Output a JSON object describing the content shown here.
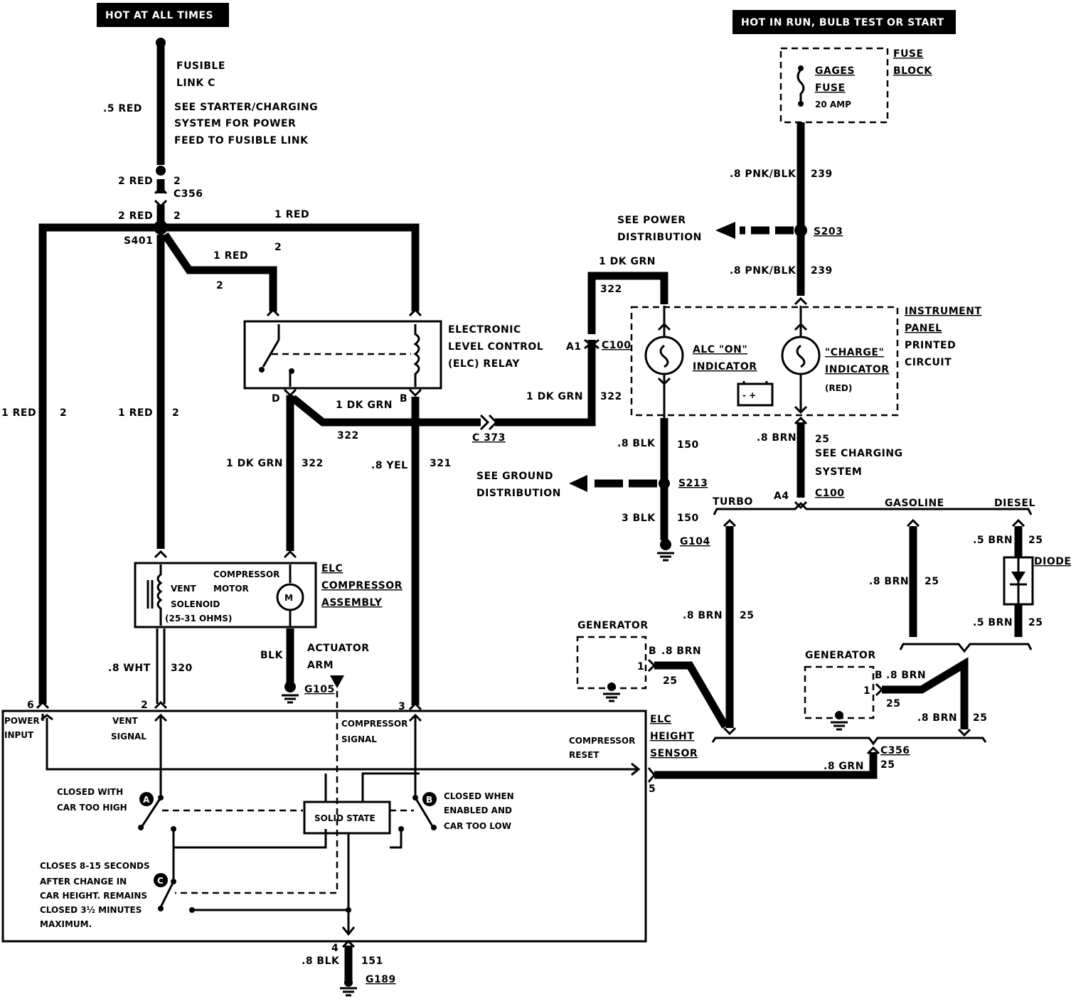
{
  "headers": {
    "hot_all": "HOT AT ALL TIMES",
    "hot_run": "HOT IN RUN, BULB TEST OR START"
  },
  "left_feed": {
    "fusible_1": "FUSIBLE",
    "fusible_2": "LINK C",
    "see_1": "SEE STARTER/CHARGING",
    "see_2": "SYSTEM FOR POWER",
    "see_3": "FEED TO FUSIBLE LINK",
    "w_5red": ".5 RED",
    "w_2red_a": "2 RED",
    "n_2_a": "2",
    "c356": "C356",
    "w_2red_b": "2 RED",
    "n_2_b": "2",
    "s401": "S401",
    "w_1red_top": "1 RED",
    "w_1red_mid": "1 RED",
    "n_2_mid": "2",
    "n_2_mid2": "2",
    "w_1red_left": "1 RED",
    "n_2_left": "2",
    "w_1red_in": "1 RED",
    "n_2_in": "2"
  },
  "relay": {
    "label_1": "ELECTRONIC",
    "label_2": "LEVEL CONTROL",
    "label_3": "(ELC) RELAY",
    "pin_d": "D",
    "pin_b": "B",
    "w_dkgrn": "1 DK GRN",
    "n_322": "322",
    "w_dkgrn_d": "1 DK GRN",
    "n_322_d": "322",
    "w_yel": ".8 YEL",
    "n_321": "321",
    "c373": "C 373"
  },
  "compressor": {
    "label_1": "ELC",
    "label_2": "COMPRESSOR",
    "label_3": "ASSEMBLY",
    "vent": "VENT",
    "solenoid": "SOLENOID",
    "ohms": "(25-31 OHMS)",
    "comp": "COMPRESSOR",
    "motor": "MOTOR",
    "m": "M",
    "w_wht": ".8 WHT",
    "n_320": "320",
    "blk": "BLK",
    "g105": "G105",
    "actuator_1": "ACTUATOR",
    "actuator_2": "ARM"
  },
  "sensor": {
    "label_1": "ELC",
    "label_2": "HEIGHT",
    "label_3": "SENSOR",
    "pin6": "6",
    "pin2": "2",
    "pin3": "3",
    "pin5": "5",
    "pin4": "4",
    "power_1": "POWER",
    "power_2": "INPUT",
    "vent_1": "VENT",
    "vent_2": "SIGNAL",
    "comp_1": "COMPRESSOR",
    "comp_2": "SIGNAL",
    "reset_1": "COMPRESSOR",
    "reset_2": "RESET",
    "a": "A",
    "b": "B",
    "c": "C",
    "closed_high_1": "CLOSED WITH",
    "closed_high_2": "CAR TOO HIGH",
    "closed_low_1": "CLOSED WHEN",
    "closed_low_2": "ENABLED AND",
    "closed_low_3": "CAR TOO LOW",
    "closes_1": "CLOSES 8-15 SECONDS",
    "closes_2": "AFTER CHANGE IN",
    "closes_3": "CAR HEIGHT.  REMAINS",
    "closes_4": "CLOSED 3½ MINUTES",
    "closes_5": "MAXIMUM.",
    "solid_state": "SOLID STATE",
    "w_blk": ".8 BLK",
    "n_151": "151",
    "g189": "G189"
  },
  "right_feed": {
    "fuse_1": "FUSE",
    "fuse_2": "BLOCK",
    "gages_1": "GAGES",
    "gages_2": "FUSE",
    "amp": "20 AMP",
    "w_pnk_a": ".8 PNK/BLK",
    "n_239_a": "239",
    "s203": "S203",
    "w_pnk_b": ".8 PNK/BLK",
    "n_239_b": "239",
    "see_power_1": "SEE POWER",
    "see_power_2": "DISTRIBUTION",
    "w_dkgrn_top": "1 DK GRN",
    "n_322_top": "322",
    "a1": "A1",
    "c100": "C100",
    "w_dkgrn_c373": "1 DK GRN",
    "n_322_c373": "322"
  },
  "panel": {
    "label_1": "INSTRUMENT",
    "label_2": "PANEL",
    "label_3": "PRINTED",
    "label_4": "CIRCUIT",
    "alc_1": "ALC \"ON\"",
    "alc_2": "INDICATOR",
    "charge_1": "\"CHARGE\"",
    "charge_2": "INDICATOR",
    "red": "(RED)",
    "batt": "- +",
    "w_blk": ".8 BLK",
    "n_150": "150",
    "see_ground_1": "SEE GROUND",
    "see_ground_2": "DISTRIBUTION",
    "s213": "S213",
    "w_3blk": "3 BLK",
    "n_150_b": "150",
    "g104": "G104",
    "w_brn": ".8 BRN",
    "n_25": "25",
    "see_charging_1": "SEE CHARGING",
    "see_charging_2": "SYSTEM"
  },
  "engines": {
    "a4": "A4",
    "c100": "C100",
    "turbo": "TURBO",
    "gasoline": "GASOLINE",
    "diesel": "DIESEL",
    "w_brn_turbo": ".8 BRN",
    "n_25_turbo": "25",
    "w_brn_gas": ".8 BRN",
    "n_25_gas": "25",
    "w_5brn_top": ".5 BRN",
    "n_25_d1": "25",
    "diode": "DIODE",
    "w_5brn_bot": ".5 BRN",
    "n_25_d2": "25",
    "generator_1": "GENERATOR",
    "gen1_b": "B",
    "gen1_1": "1",
    "gen1_w": ".8 BRN",
    "gen1_n": "25",
    "generator_2": "GENERATOR",
    "gen2_b": "B",
    "gen2_1": "1",
    "gen2_w": ".8 BRN",
    "gen2_n": "25",
    "w_brn_r": ".8 BRN",
    "n_25_r": "25",
    "c356": "C356",
    "n_25_c356": "25",
    "w_grn": ".8 GRN"
  }
}
